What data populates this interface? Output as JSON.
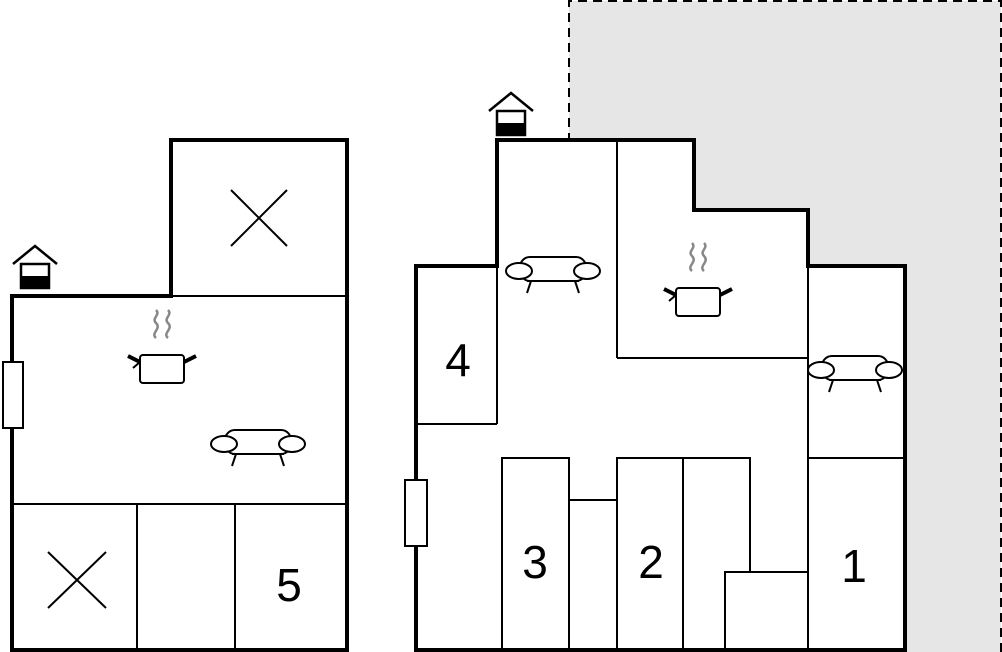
{
  "rooms": {
    "house_left": {
      "bedroom_5": "5"
    },
    "house_right": {
      "bedroom_1": "1",
      "bedroom_2": "2",
      "bedroom_3": "3",
      "bedroom_4": "4"
    }
  },
  "colors": {
    "wall": "#000000",
    "yard": "#e6e6e6",
    "steam": "#888888"
  },
  "icons": [
    "entrance-icon",
    "kitchen-icon",
    "sofa-icon",
    "cross-icon",
    "door-icon"
  ]
}
